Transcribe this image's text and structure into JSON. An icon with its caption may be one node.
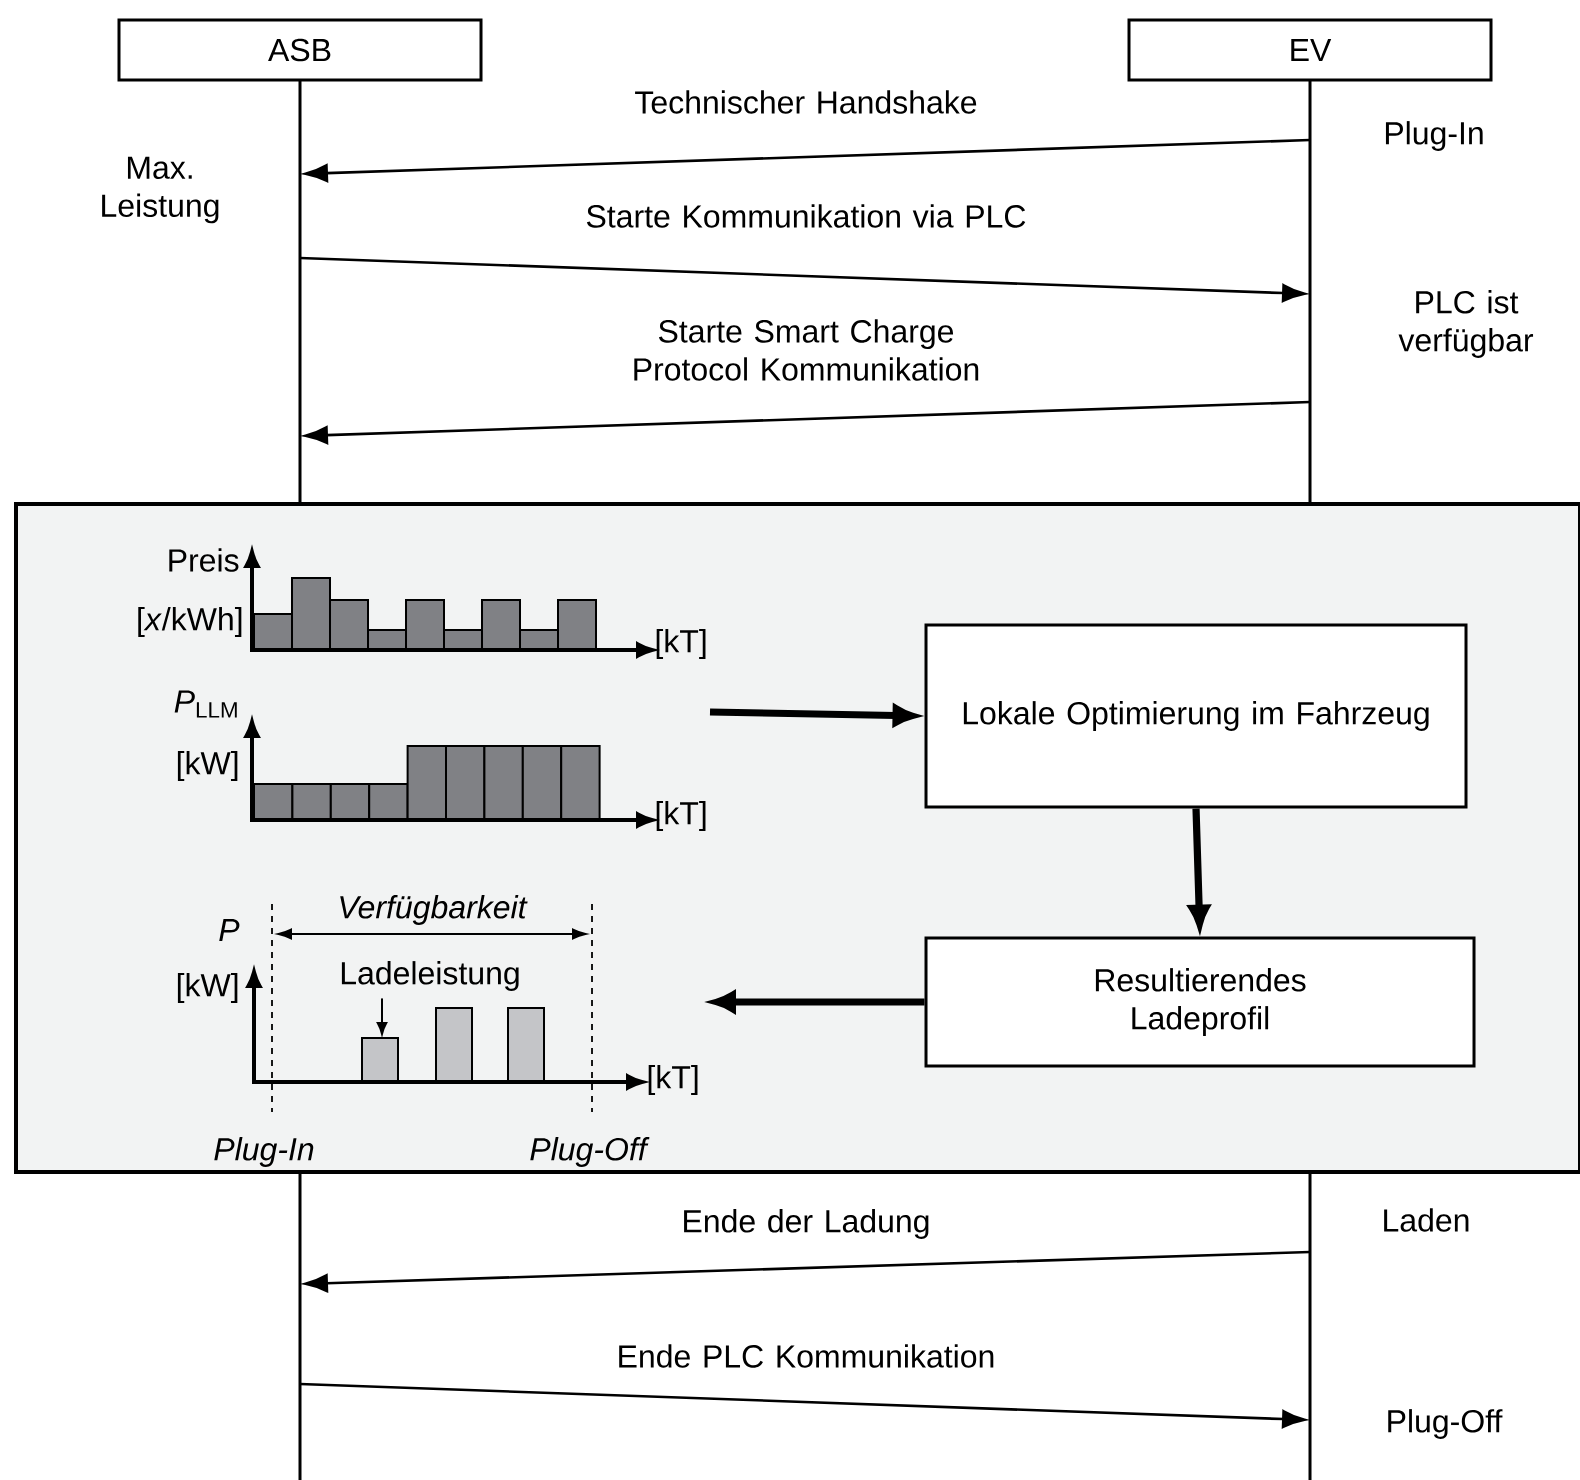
{
  "diagram": {
    "nodes": [
      {
        "text": [
          "ASB"
        ]
      },
      {
        "text": [
          "EV"
        ]
      },
      {
        "text": [],
        "shape": "box"
      },
      {
        "text": [
          "Lokale Optimierung im Fahrzeug"
        ],
        "in": 2
      },
      {
        "text": [
          "Resultierendes Ladeprofil"
        ],
        "in": 2
      },
      {
        "text": [
          "Ladeleistung"
        ],
        "in": 2
      },
      {
        "text": [],
        "shape": "bar"
      },
      {
        "text": [],
        "shape": "bar"
      },
      {
        "text": [],
        "shape": "bar"
      },
      {
        "text": [],
        "shape": "bar"
      }
    ],
    "edges": [
      {
        "from": 7,
        "to": 6,
        "arrow": "to",
        "label": "Technischer Handshake"
      },
      {
        "from": 6,
        "to": 7,
        "arrow": "to",
        "label": "Starte Kommunikation via PLC"
      },
      {
        "from": 7,
        "to": 6,
        "arrow": "to",
        "label": "Starte Smart Charge Protocol Kommunikation"
      },
      {
        "from": null,
        "to": 3,
        "arrow": "to",
        "style": "thick"
      },
      {
        "from": 3,
        "to": 4,
        "arrow": "to",
        "style": "thick"
      },
      {
        "from": 4,
        "to": null,
        "arrow": "to",
        "style": "thick"
      },
      {
        "from": 5,
        "to": null,
        "arrow": "to"
      },
      {
        "from": 9,
        "to": 8,
        "arrow": "to",
        "label": "Ende der Ladung"
      },
      {
        "from": 8,
        "to": 9,
        "arrow": "to",
        "label": "Ende PLC Kommunikation"
      }
    ],
    "labels": [
      "Max. Leistung",
      "Plug-In",
      "PLC ist verfügbar",
      "Preis",
      "[*x*/kWh]",
      "[kT]",
      "*P*$_{LLM}$",
      "[kW]",
      "[kT]",
      "Verfügbarkeit",
      "*P*",
      "[kW]",
      "[kT]",
      "Plug-In",
      "Plug-Off",
      "Laden",
      "Plug-Off"
    ]
  }
}
